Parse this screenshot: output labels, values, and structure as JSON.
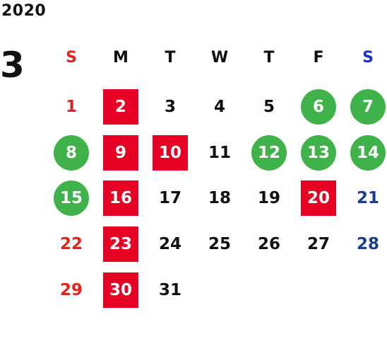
{
  "year": "2020",
  "month": "3",
  "weekdays": [
    "S",
    "M",
    "T",
    "W",
    "T",
    "F",
    "S"
  ],
  "weeks": [
    [
      "",
      "",
      "",
      "",
      "",
      "",
      ""
    ],
    [
      "1",
      "2",
      "3",
      "4",
      "5",
      "6",
      "7"
    ],
    [
      "8",
      "9",
      "10",
      "11",
      "12",
      "13",
      "14"
    ],
    [
      "15",
      "16",
      "17",
      "18",
      "19",
      "20",
      "21"
    ],
    [
      "22",
      "23",
      "24",
      "25",
      "26",
      "27",
      "28"
    ],
    [
      "29",
      "30",
      "31",
      "",
      "",
      "",
      ""
    ]
  ],
  "marks": {
    "red_square": [
      "2",
      "9",
      "10",
      "16",
      "20",
      "23",
      "30"
    ],
    "green_circle": [
      "6",
      "7",
      "8",
      "12",
      "13",
      "14",
      "15"
    ]
  },
  "colors": {
    "red_square": "#e60023",
    "green_circle": "#3fb34a",
    "sunday": "#e0251b",
    "saturday_header": "#1c2fd6",
    "saturday": "#1b3d8f"
  }
}
